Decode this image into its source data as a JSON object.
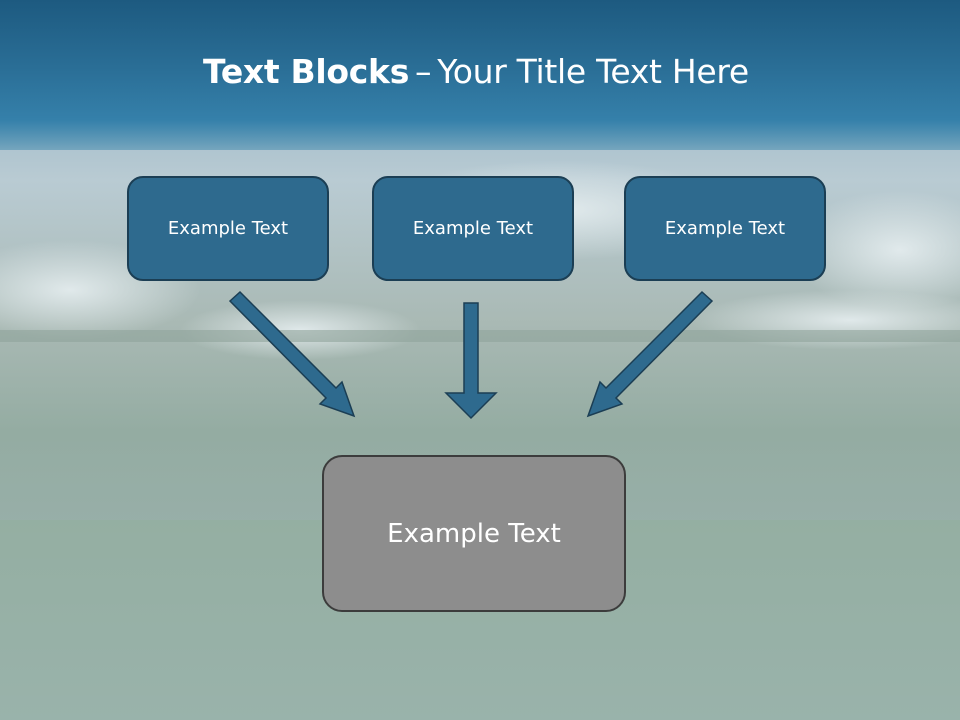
{
  "slide": {
    "title_bold": "Text Blocks",
    "title_separator": "–",
    "title_rest": "Your Title Text Here"
  },
  "blocks": {
    "top": [
      "Example Text",
      "Example Text",
      "Example Text"
    ],
    "bottom": "Example Text"
  },
  "colors": {
    "header": "#2a6e96",
    "top_box_fill": "#2e6a8e",
    "top_box_border": "#1b3e54",
    "bottom_box_fill": "#8d8d8d",
    "arrow_fill": "#2e6a8e"
  }
}
